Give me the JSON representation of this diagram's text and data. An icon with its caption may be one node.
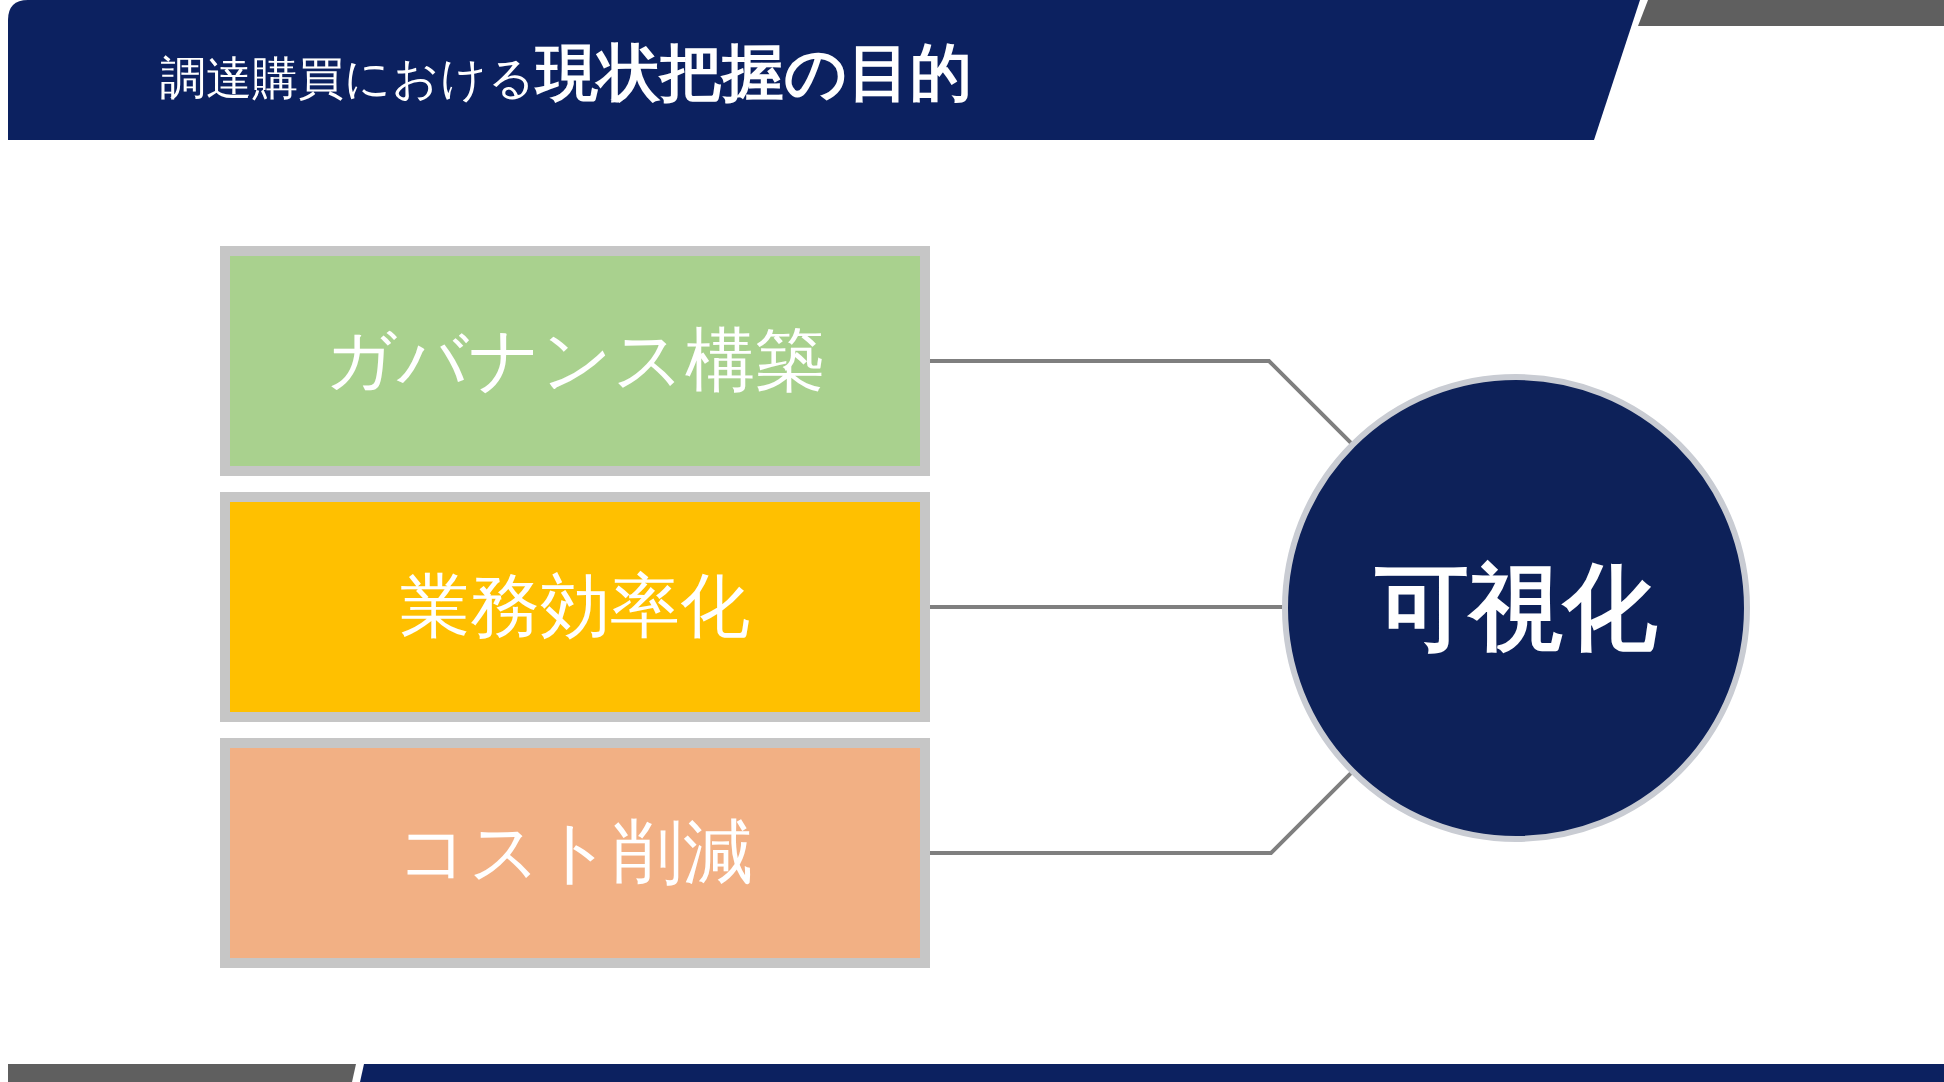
{
  "diagram": {
    "title": "調達購買における**現状把握の目的**",
    "nodes": [
      {
        "text": [
          "ガバナンス構築"
        ]
      },
      {
        "text": [
          "業務効率化"
        ]
      },
      {
        "text": [
          "コスト削減"
        ]
      },
      {
        "text": [
          "可視化"
        ]
      }
    ],
    "edges": [
      {
        "from": 0,
        "to": 3,
        "arrow": "none"
      },
      {
        "from": 1,
        "to": 3,
        "arrow": "none"
      },
      {
        "from": 2,
        "to": 3,
        "arrow": "none"
      }
    ]
  }
}
